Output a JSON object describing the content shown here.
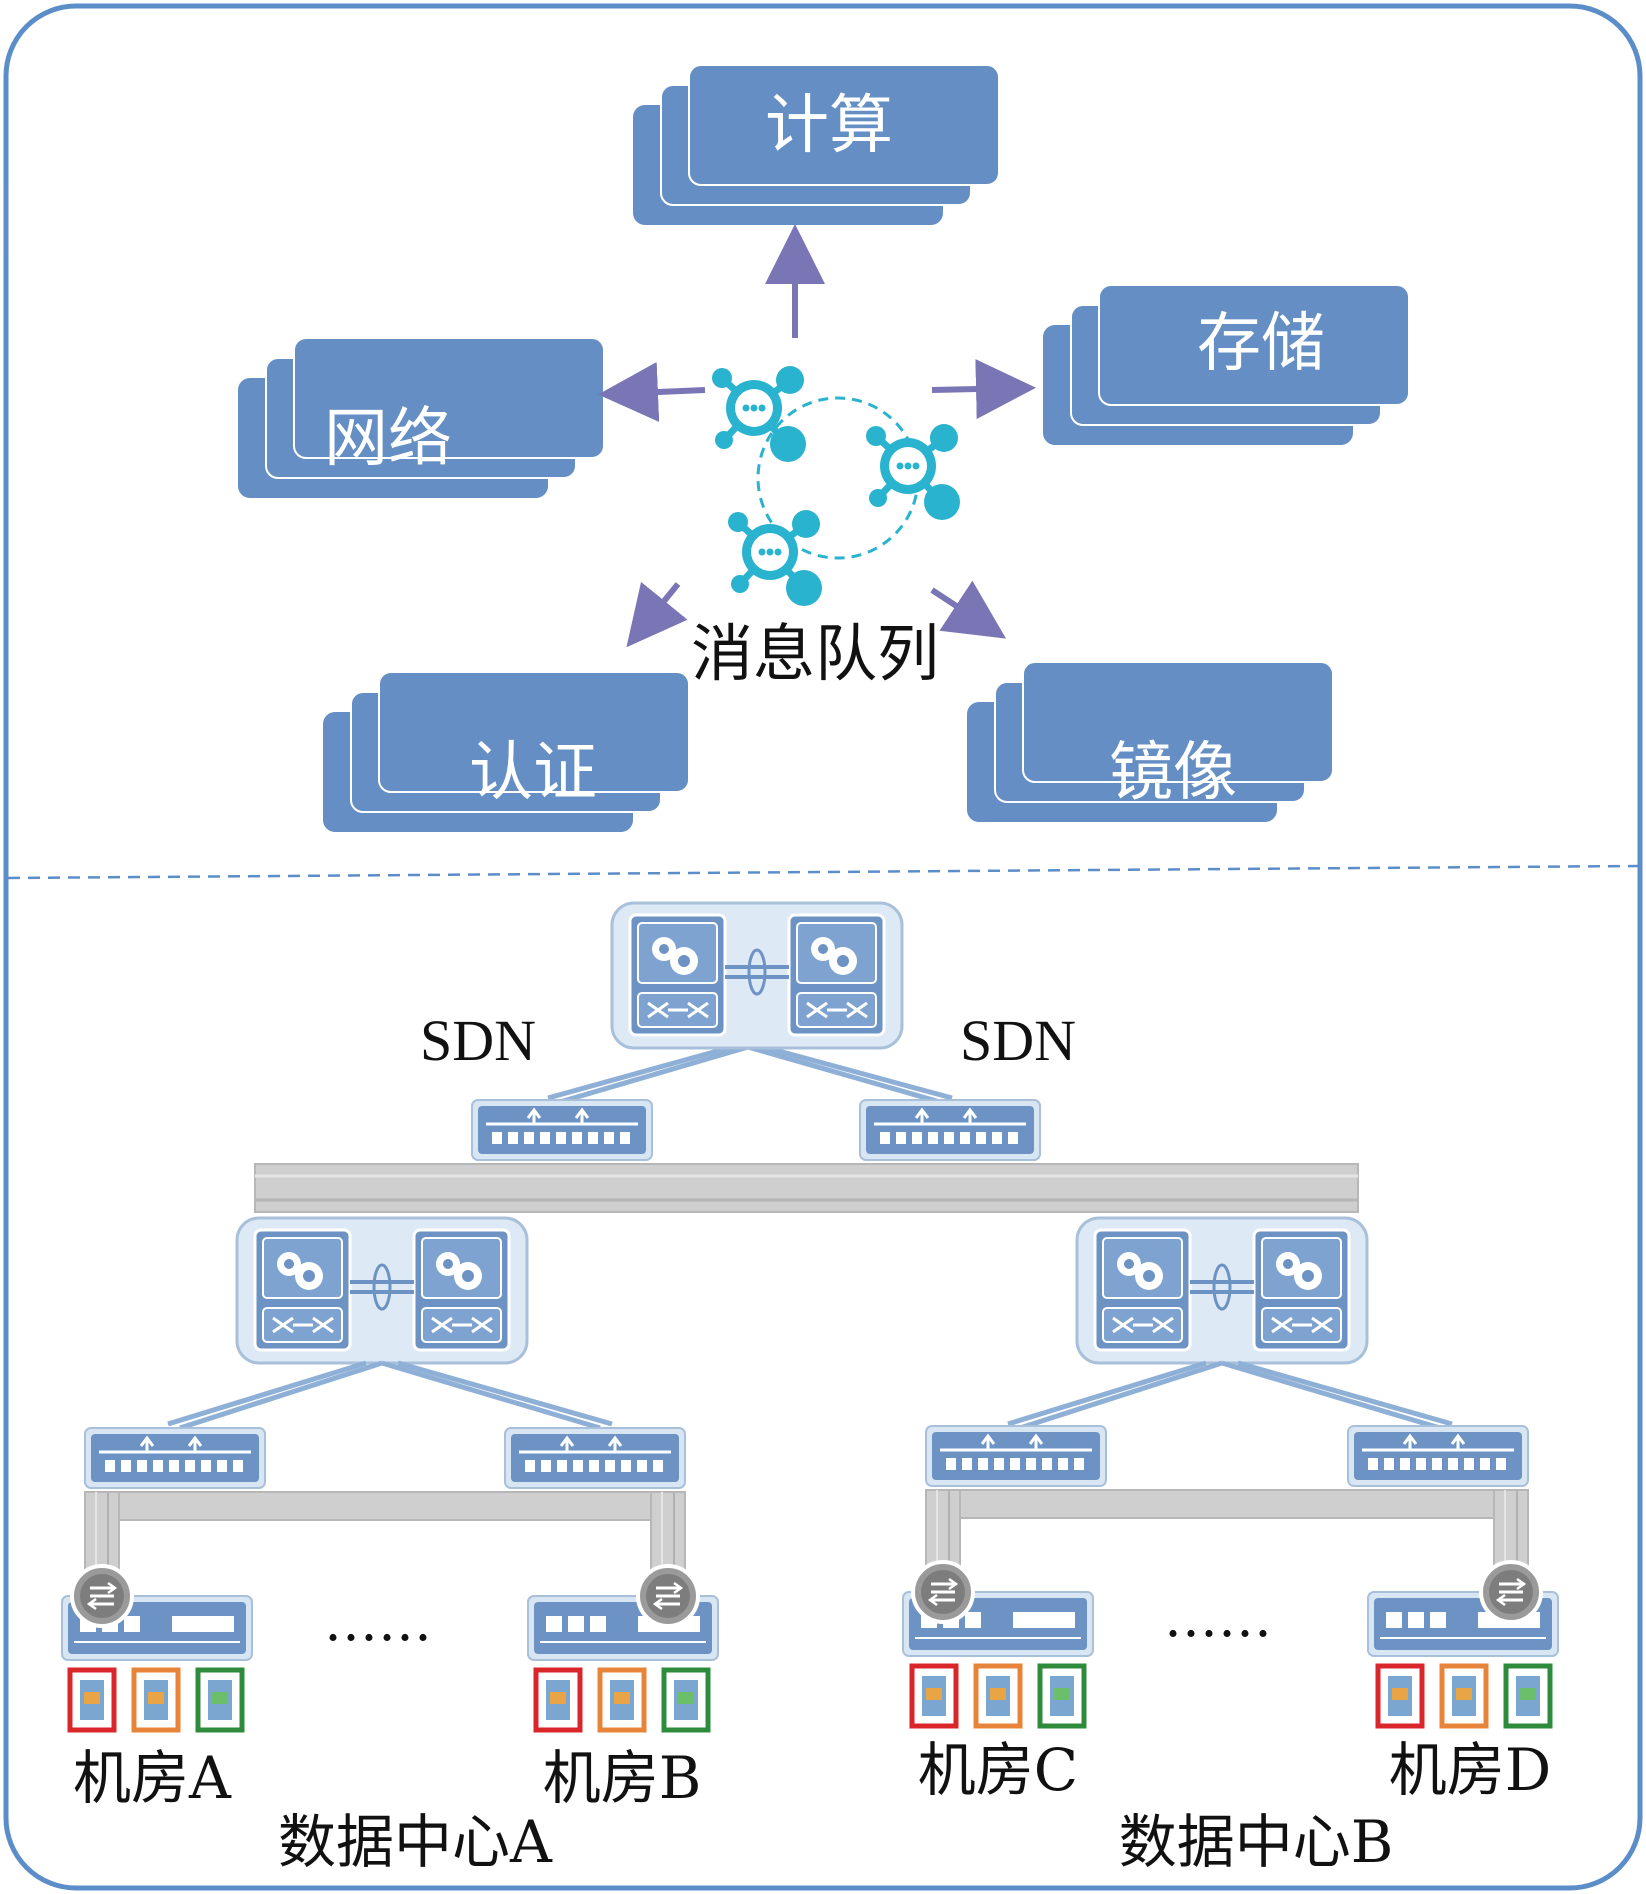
{
  "colors": {
    "border": "#5b8dc9",
    "block_fill": "#658fc4",
    "block_text": "#ffffff",
    "arrow": "#7a75b4",
    "mq_node": "#2ab3cf",
    "switch_fill": "#6d93c4",
    "switch_frame": "#d8e6f4",
    "link": "#8fb0d6",
    "bus": "#c9c9c9",
    "rack_red": "#d8262b",
    "rack_orange": "#e8843a",
    "rack_green": "#2e8b3c"
  },
  "services": {
    "compute": "计算",
    "storage": "存储",
    "network": "网络",
    "auth": "认证",
    "image": "镜像"
  },
  "message_queue": {
    "label": "消息队列"
  },
  "sdn": {
    "left": "SDN",
    "right": "SDN"
  },
  "rooms": {
    "a": "机房A",
    "b": "机房B",
    "c": "机房C",
    "d": "机房D"
  },
  "ellipsis": {
    "left": "……",
    "right": "……"
  },
  "datacenters": {
    "a": "数据中心A",
    "b": "数据中心B"
  }
}
